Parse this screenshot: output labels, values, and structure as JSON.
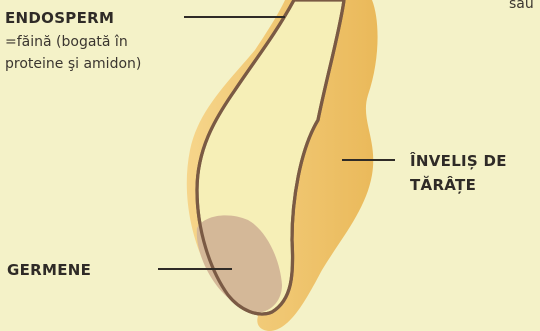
{
  "labels": {
    "endosperm_title": "ENDOSPERM",
    "endosperm_desc_1": "=făină (bogată în",
    "endosperm_desc_2": "proteine şi amidon)",
    "tarate_title_1": "ÎNVELIȘ DE",
    "tarate_title_2": "TĂRÂȚE",
    "germene_title": "GERMENE",
    "corner_text": "sau"
  },
  "colors": {
    "background": "#f4f2c8",
    "endosperm_fill": "#f6efb7",
    "bran_fill": "#f6d58a",
    "bran_edge": "#eab95a",
    "outline": "#7a5a44",
    "germ_fill": "#d4b898",
    "leader_line": "#2f2b27"
  }
}
